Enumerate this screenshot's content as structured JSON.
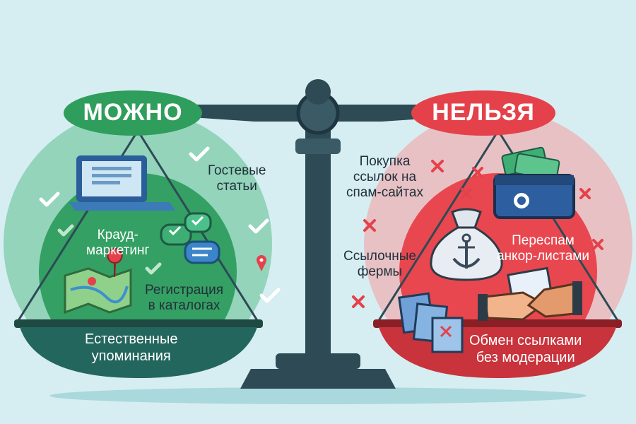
{
  "left": {
    "title": "МОЖНО",
    "color": "#2f9d5b",
    "items": {
      "guest_posts": [
        "Гостевые",
        "статьи"
      ],
      "crowd": [
        "Крауд-",
        "маркетинг"
      ],
      "catalogs": [
        "Регистрация",
        "в каталогах"
      ],
      "mentions": [
        "Естественные",
        "упоминания"
      ]
    }
  },
  "right": {
    "title": "НЕЛЬЗЯ",
    "color": "#e5414a",
    "items": {
      "spam_buy": [
        "Покупка",
        "ссылок на",
        "спам-сайтах"
      ],
      "link_farms": [
        "Ссылочные",
        "фермы"
      ],
      "anchor_spam": [
        "Переспам",
        "анкор-листами"
      ],
      "exchange": [
        "Обмен ссылками",
        "без модерации"
      ]
    }
  },
  "icons": [
    "check-icon",
    "cross-icon",
    "laptop-icon",
    "chat-bubbles-icon",
    "map-icon",
    "location-pin-icon",
    "money-chest-icon",
    "money-bag-anchor-icon",
    "documents-icon",
    "handshake-icon"
  ],
  "colors": {
    "background": "#d6eef1",
    "scale": "#2d4a55"
  }
}
